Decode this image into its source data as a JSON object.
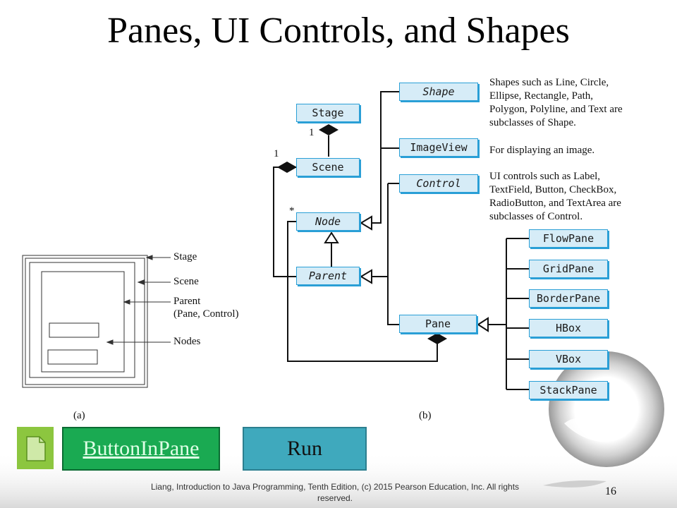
{
  "slide": {
    "title": "Panes, UI Controls, and Shapes",
    "page_number": "16",
    "footer": "Liang, Introduction to Java Programming, Tenth Edition, (c) 2015 Pearson Education, Inc. All rights reserved."
  },
  "buttons": {
    "link_label": "ButtonInPane",
    "run_label": "Run"
  },
  "diagram_a": {
    "caption": "(a)",
    "labels": [
      "Stage",
      "Scene",
      "Parent",
      "(Pane, Control)",
      "Nodes"
    ]
  },
  "diagram_b": {
    "caption": "(b)",
    "classes": {
      "stage": "Stage",
      "scene": "Scene",
      "node": "Node",
      "parent": "Parent",
      "shape": "Shape",
      "imageview": "ImageView",
      "control": "Control",
      "pane": "Pane",
      "flowpane": "FlowPane",
      "gridpane": "GridPane",
      "borderpane": "BorderPane",
      "hbox": "HBox",
      "vbox": "VBox",
      "stackpane": "StackPane"
    },
    "multiplicity": {
      "stage_scene": "1",
      "scene_root": "1",
      "nodes": "*"
    },
    "notes": {
      "shape": [
        "Shapes such as Line, Circle,",
        "Ellipse, Rectangle, Path,",
        "Polygon, Polyline, and Text are",
        "subclasses of Shape."
      ],
      "imageview": [
        "For displaying an image."
      ],
      "control": [
        "UI controls such as Label,",
        "TextField, Button, CheckBox,",
        "RadioButton, and TextArea are",
        "subclasses of Control."
      ]
    }
  },
  "colors": {
    "class_fill": "#d6ecf7",
    "class_border": "#2a9fd6",
    "link_button": "#1aaa52",
    "run_button": "#3fa9bd",
    "doc_icon": "#8cc63f"
  }
}
